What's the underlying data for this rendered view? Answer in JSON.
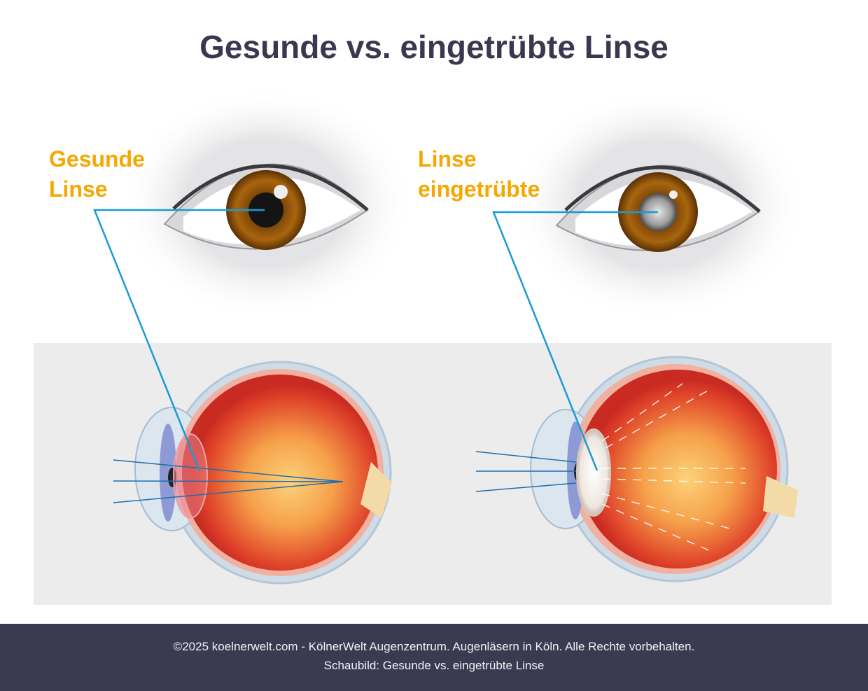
{
  "title": "Gesunde vs. eingetrübte Linse",
  "labels": {
    "healthy": [
      "Gesunde",
      "Linse"
    ],
    "cataract": [
      "Linse",
      "eingetrübte"
    ]
  },
  "colors": {
    "title": "#3a3850",
    "label": "#f5a800",
    "leader_line": "#1a9ad6",
    "panel": "#ececec",
    "footer": "#3c3a50"
  },
  "footer": {
    "line1": "©2025 koelnerwelt.com - KölnerWelt Augenzentrum. Augenläsern in Köln. Alle Rechte vorbehalten.",
    "line2": "Schaubild: Gesunde vs. eingetrübte Linse"
  }
}
